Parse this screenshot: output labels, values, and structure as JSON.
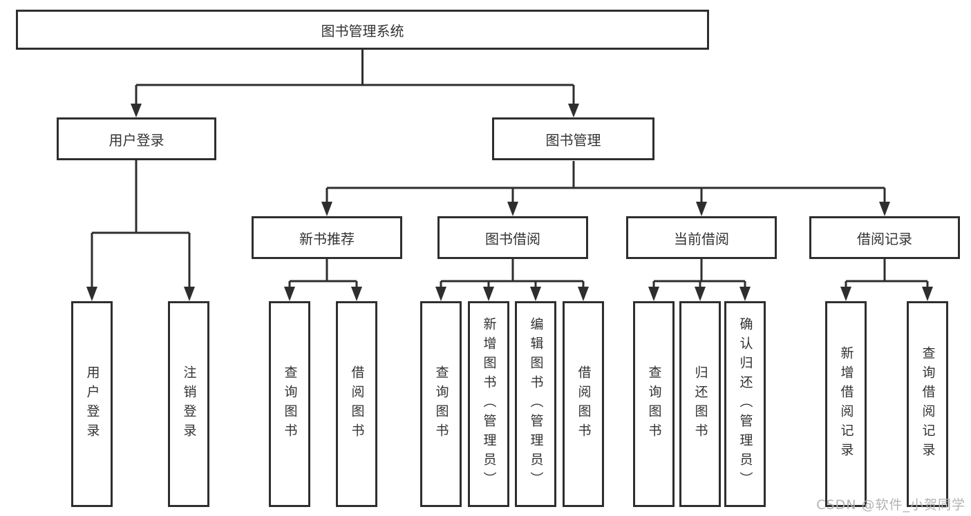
{
  "colors": {
    "line": "#2e2e2e",
    "text": "#333333",
    "watermark": "#b3b3b3",
    "background": "#ffffff"
  },
  "watermark": "CSDN @软件_小贺同学",
  "tree": {
    "label": "图书管理系统",
    "children": [
      {
        "label": "用户登录",
        "children": [
          {
            "label": "用户登录"
          },
          {
            "label": "注销登录"
          }
        ]
      },
      {
        "label": "图书管理",
        "children": [
          {
            "label": "新书推荐",
            "children": [
              {
                "label": "查询图书"
              },
              {
                "label": "借阅图书"
              }
            ]
          },
          {
            "label": "图书借阅",
            "children": [
              {
                "label": "查询图书"
              },
              {
                "label": "新增图书（管理员）"
              },
              {
                "label": "编辑图书（管理员）"
              },
              {
                "label": "借阅图书"
              }
            ]
          },
          {
            "label": "当前借阅",
            "children": [
              {
                "label": "查询图书"
              },
              {
                "label": "归还图书"
              },
              {
                "label": "确认归还（管理员）"
              }
            ]
          },
          {
            "label": "借阅记录",
            "children": [
              {
                "label": "新增借阅记录"
              },
              {
                "label": "查询借阅记录"
              }
            ]
          }
        ]
      }
    ]
  }
}
